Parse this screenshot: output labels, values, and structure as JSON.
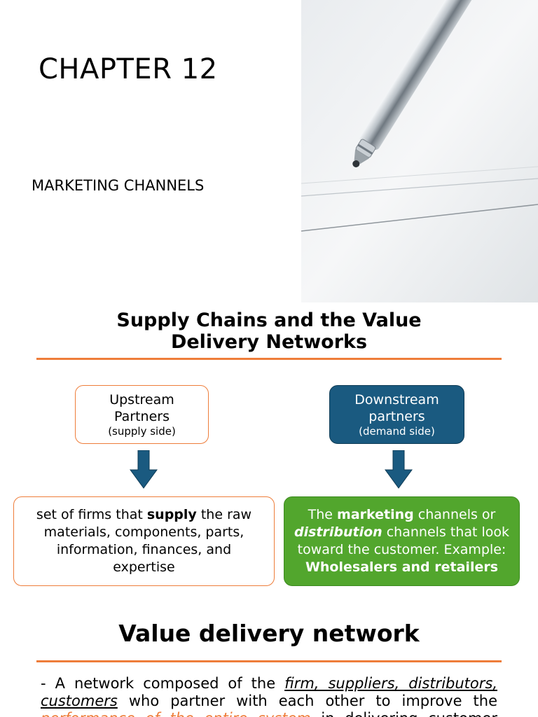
{
  "slide1": {
    "title": "CHAPTER 12",
    "subtitle": "MARKETING CHANNELS",
    "image": "pen-on-paper-photo"
  },
  "slide2": {
    "title_line1": "Supply Chains and the Value",
    "title_line2": "Delivery Networks",
    "accent_color": "#ee7d3a",
    "upstream": {
      "line1": "Upstream",
      "line2": "Partners",
      "note": "(supply side)"
    },
    "downstream": {
      "line1": "Downstream",
      "line2": "partners",
      "note": "(demand side)",
      "color": "#1a5a80"
    },
    "supply_desc": {
      "before": "set of firms that ",
      "bold": "supply",
      "after": " the raw materials, components, parts, information, finances, and expertise"
    },
    "channels_desc": {
      "part1": "The ",
      "bold1": "marketing",
      "part2": " channels or ",
      "bolditalic": "distribution",
      "part3": " channels that look toward the customer. Example:",
      "bold2": "Wholesalers and retailers",
      "color": "#52a62d"
    }
  },
  "slide3": {
    "title": "Value delivery network",
    "body_start": "- A network composed of the ",
    "body_underlined": "firm, suppliers, distributors, customers",
    "body_mid": " who partner with each other to improve the ",
    "body_highlight": "performance of the entire system",
    "body_end": " in delivering customer"
  }
}
